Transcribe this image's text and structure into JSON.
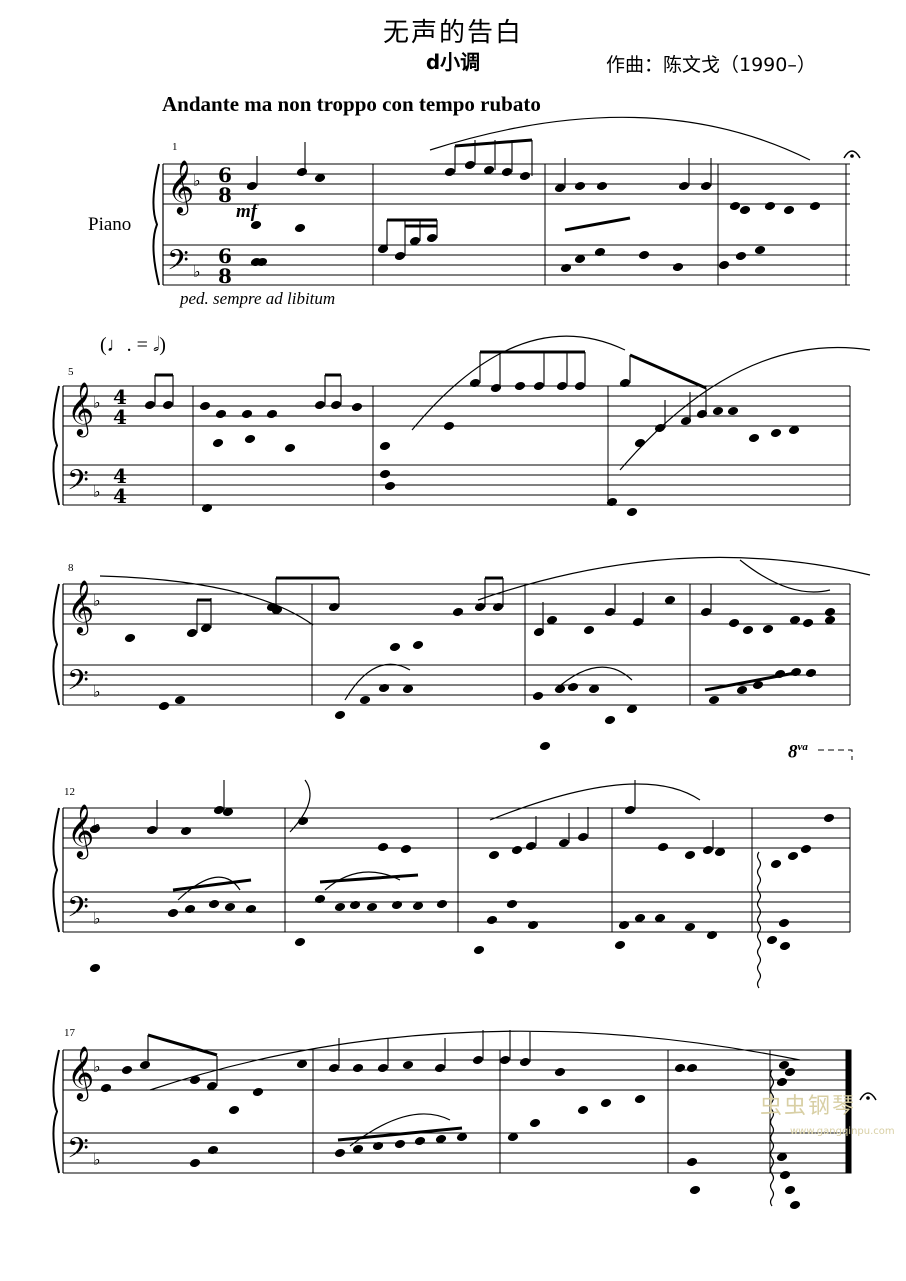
{
  "header": {
    "title": "无声的告白",
    "key": "d小调",
    "composer": "作曲：陈文戈（1990–）"
  },
  "tempo_marking": "Andante ma non troppo con tempo rubato",
  "instrument": "Piano",
  "expression": {
    "dynamic": "mf",
    "pedal": "ped. sempre ad libitum",
    "metric_modulation": "(♩. = 𝅗𝅥)",
    "ottava": "8",
    "ottava_suffix": "va"
  },
  "time_signatures": {
    "opening": "6/8",
    "bar5": "4/4"
  },
  "key_signature": "1 flat",
  "measure_numbers": [
    "1",
    "5",
    "8",
    "12",
    "17"
  ],
  "watermark": {
    "text": "虫虫钢琴",
    "url": "www.gangqinpu.com"
  }
}
